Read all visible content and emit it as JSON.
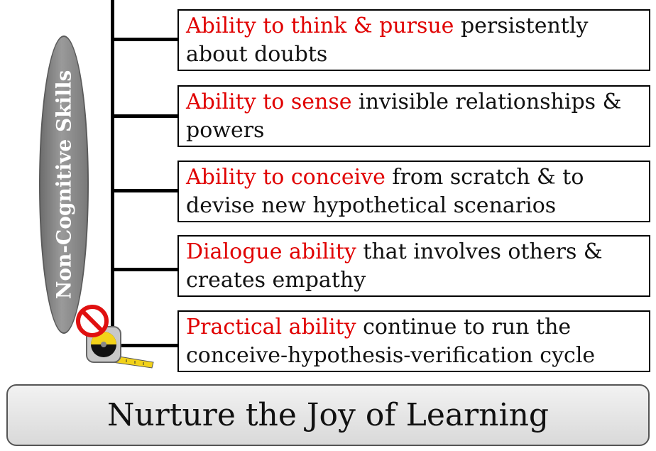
{
  "side_label": "Non-Cognitive Skills",
  "skills": [
    {
      "highlight": "Ability to think & pursue",
      "rest": " persistently about doubts"
    },
    {
      "highlight": "Ability to sense",
      "rest": " invisible relationships & powers"
    },
    {
      "highlight": "Ability to conceive",
      "rest": " from scratch & to devise new hypothetical scenarios"
    },
    {
      "highlight": "Dialogue ability",
      "rest": " that involves others & creates empathy"
    },
    {
      "highlight": "Practical ability",
      "rest": " continue to run the conceive-hypothesis-verification cycle"
    }
  ],
  "footer_text": "Nurture the Joy of Learning",
  "colors": {
    "highlight": "#e00000",
    "oval": "#8a8a8a",
    "prohibit": "#e01010"
  },
  "icons": {
    "prohibit": "no-sign-icon",
    "measure": "tape-measure-icon"
  }
}
